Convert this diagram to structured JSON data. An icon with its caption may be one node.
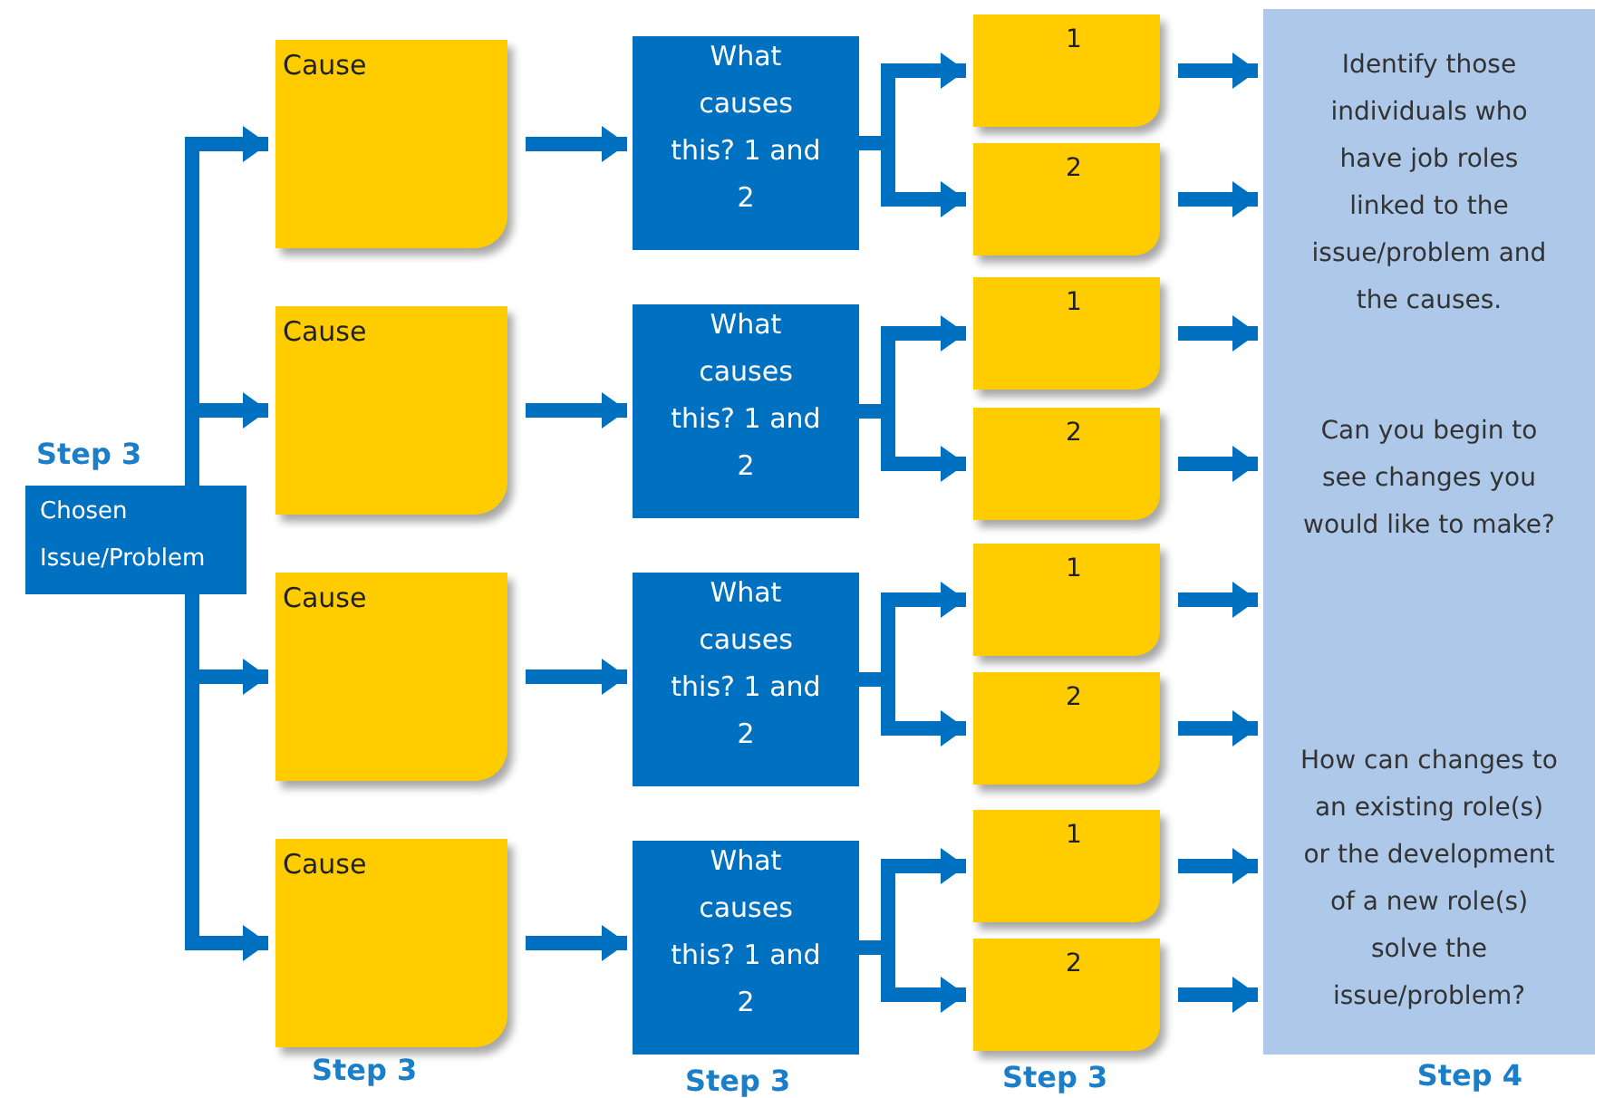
{
  "diagram": {
    "nodes": [
      {
        "text": [
          "Step 3",
          "Chosen Issue/Problem"
        ]
      },
      {
        "text": [
          "Cause"
        ]
      },
      {
        "text": [
          "Cause"
        ]
      },
      {
        "text": [
          "Cause"
        ]
      },
      {
        "text": [
          "Cause"
        ]
      },
      {
        "text": [
          "What causes this? 1 and 2"
        ]
      },
      {
        "text": [
          "What causes this? 1 and 2"
        ]
      },
      {
        "text": [
          "What causes this? 1 and 2"
        ]
      },
      {
        "text": [
          "What causes this? 1 and 2"
        ]
      },
      {
        "text": [
          "1"
        ]
      },
      {
        "text": [
          "2"
        ]
      },
      {
        "text": [
          "1"
        ]
      },
      {
        "text": [
          "2"
        ]
      },
      {
        "text": [
          "1"
        ]
      },
      {
        "text": [
          "2"
        ]
      },
      {
        "text": [
          "1"
        ]
      },
      {
        "text": [
          "2"
        ]
      },
      {
        "text": [
          "Identify those individuals who have job roles linked to the issue/problem and the causes.",
          "Can you begin to see changes you would like to make?",
          "How can changes to an existing role(s) or the development of a new role(s) solve the issue/problem?"
        ],
        "beside": [
          "Step 4"
        ]
      }
    ],
    "edges": [
      {
        "from": 0,
        "to": 1,
        "arrow": "to"
      },
      {
        "from": 0,
        "to": 2,
        "arrow": "to"
      },
      {
        "from": 0,
        "to": 3,
        "arrow": "to"
      },
      {
        "from": 0,
        "to": 4,
        "arrow": "to"
      },
      {
        "from": 1,
        "to": 5,
        "arrow": "to"
      },
      {
        "from": 2,
        "to": 6,
        "arrow": "to"
      },
      {
        "from": 3,
        "to": 7,
        "arrow": "to"
      },
      {
        "from": 4,
        "to": 8,
        "arrow": "to"
      },
      {
        "from": 5,
        "to": 9,
        "arrow": "to"
      },
      {
        "from": 5,
        "to": 10,
        "arrow": "to"
      },
      {
        "from": 6,
        "to": 11,
        "arrow": "to"
      },
      {
        "from": 6,
        "to": 12,
        "arrow": "to"
      },
      {
        "from": 7,
        "to": 13,
        "arrow": "to"
      },
      {
        "from": 7,
        "to": 14,
        "arrow": "to"
      },
      {
        "from": 8,
        "to": 15,
        "arrow": "to"
      },
      {
        "from": 8,
        "to": 16,
        "arrow": "to"
      },
      {
        "from": 9,
        "to": 17,
        "arrow": "to"
      },
      {
        "from": 10,
        "to": 17,
        "arrow": "to"
      },
      {
        "from": 11,
        "to": 17,
        "arrow": "to"
      },
      {
        "from": 12,
        "to": 17,
        "arrow": "to"
      },
      {
        "from": 13,
        "to": 17,
        "arrow": "to"
      },
      {
        "from": 14,
        "to": 17,
        "arrow": "to"
      },
      {
        "from": 15,
        "to": 17,
        "arrow": "to"
      },
      {
        "from": 16,
        "to": 17,
        "arrow": "to"
      }
    ],
    "labels": [
      "Step 3",
      "Step 3",
      "Step 3"
    ]
  }
}
